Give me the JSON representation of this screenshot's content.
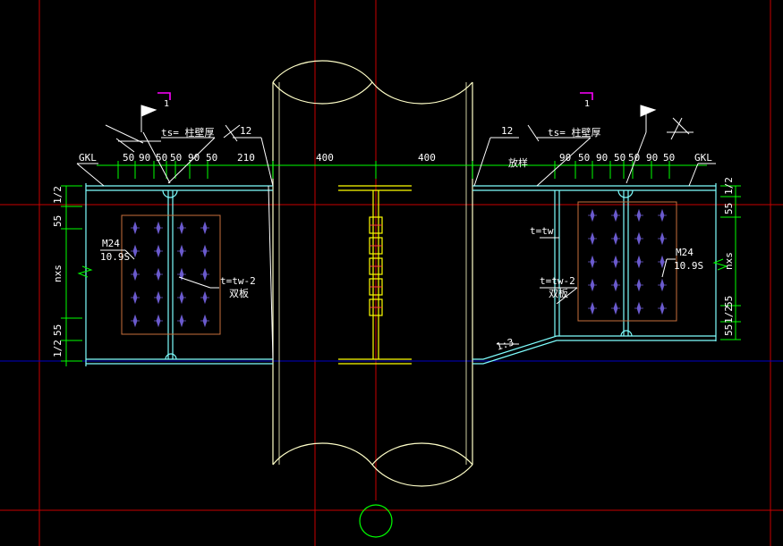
{
  "colors": {
    "background": "#000000",
    "axis": "#c80000",
    "guide": "#0000c8",
    "beam": "#7fffff",
    "column": "#ffffc8",
    "dimension": "#00ff00",
    "leader": "#ffffff",
    "section_mark": "#ff00ff",
    "bolt": "#6a5acd",
    "plate": "#c8703c",
    "web_plate": "#ffff00",
    "axis_bubble": "#00ff00"
  },
  "labels": {
    "section_left": "1",
    "section_right": "1",
    "weld_ts_left": "ts= 柱壁厚",
    "weld_ts_right": "ts= 柱壁厚",
    "weld_12_left": "12",
    "weld_12_right": "12",
    "gkl_left": "GKL",
    "gkl_right": "GKL",
    "bolt_left_line1": "M24",
    "bolt_left_line2": "10.9S",
    "bolt_right_line1": "M24",
    "bolt_right_line2": "10.9S",
    "plate_left_line1": "t=tw-2",
    "plate_left_line2": "双板",
    "plate_right_t": "t=tw",
    "plate_right_line1": "t=tw-2",
    "plate_right_line2": "双板",
    "haunch_note": "1:3",
    "fangban": "放样"
  },
  "dims_top_left": [
    "50",
    "90",
    "50",
    "50",
    "90",
    "50",
    "210"
  ],
  "dims_top_mid": [
    "400",
    "400"
  ],
  "dims_top_right": [
    "90",
    "50",
    "90",
    "50",
    "50",
    "90",
    "50"
  ],
  "dims_left_vertical": [
    "1/2",
    "55",
    "nxs",
    "55",
    "1/2"
  ],
  "dims_right_vertical": [
    "55",
    "1/2",
    "nxs",
    "1/2",
    "55",
    "55"
  ]
}
